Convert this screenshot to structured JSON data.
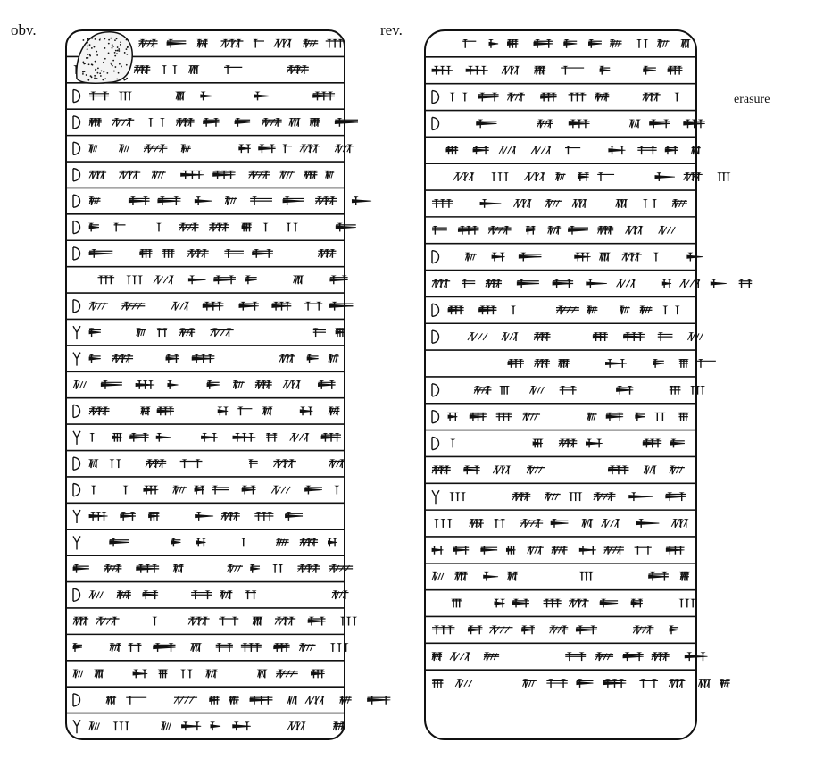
{
  "labels": {
    "obverse": "obv.",
    "reverse": "rev.",
    "erasure": "erasure"
  },
  "drawing": {
    "ink_color": "#111111",
    "paper_color": "#ffffff",
    "obverse_line_count": 27,
    "reverse_line_count": 25
  }
}
